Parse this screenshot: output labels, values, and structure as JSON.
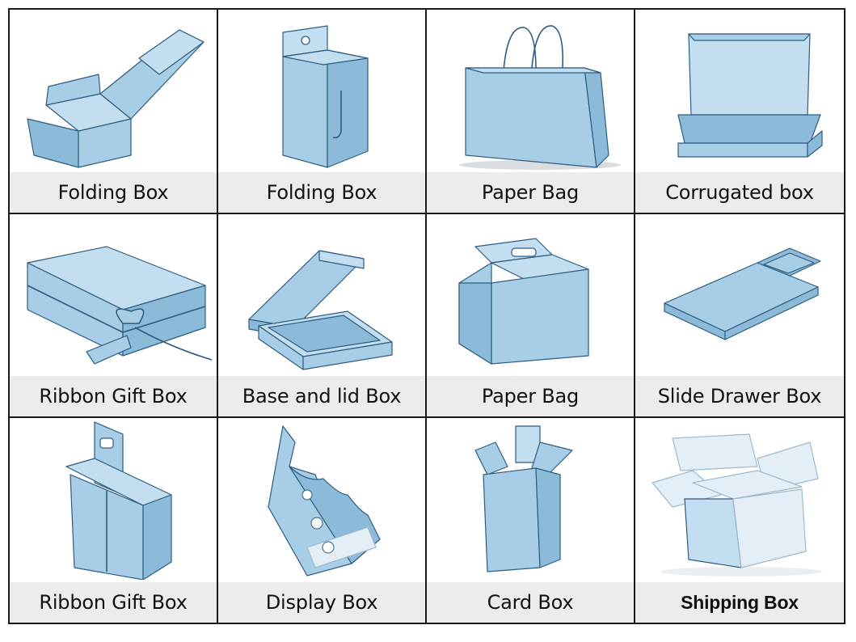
{
  "items": [
    {
      "label": "Folding Box",
      "icon": "folding-box-open-icon"
    },
    {
      "label": "Folding Box",
      "icon": "hanging-folding-box-icon"
    },
    {
      "label": "Paper Bag",
      "icon": "paper-bag-icon"
    },
    {
      "label": "Corrugated box",
      "icon": "corrugated-mailer-box-icon"
    },
    {
      "label": "Ribbon Gift Box",
      "icon": "ribbon-gift-box-icon"
    },
    {
      "label": "Base and lid Box",
      "icon": "base-and-lid-box-icon"
    },
    {
      "label": "Paper Bag",
      "icon": "handle-carrier-box-icon"
    },
    {
      "label": "Slide Drawer Box",
      "icon": "slide-drawer-box-icon"
    },
    {
      "label": "Ribbon Gift Box",
      "icon": "bottle-carrier-box-icon"
    },
    {
      "label": "Display Box",
      "icon": "display-box-icon"
    },
    {
      "label": "Card Box",
      "icon": "card-box-icon"
    },
    {
      "label": "Shipping Box",
      "icon": "shipping-box-icon"
    }
  ],
  "colors": {
    "box_fill": "#a8cde6",
    "box_stroke": "#2d5c80",
    "label_bg": "#ececec",
    "grid_line": "#1a1a1a"
  }
}
